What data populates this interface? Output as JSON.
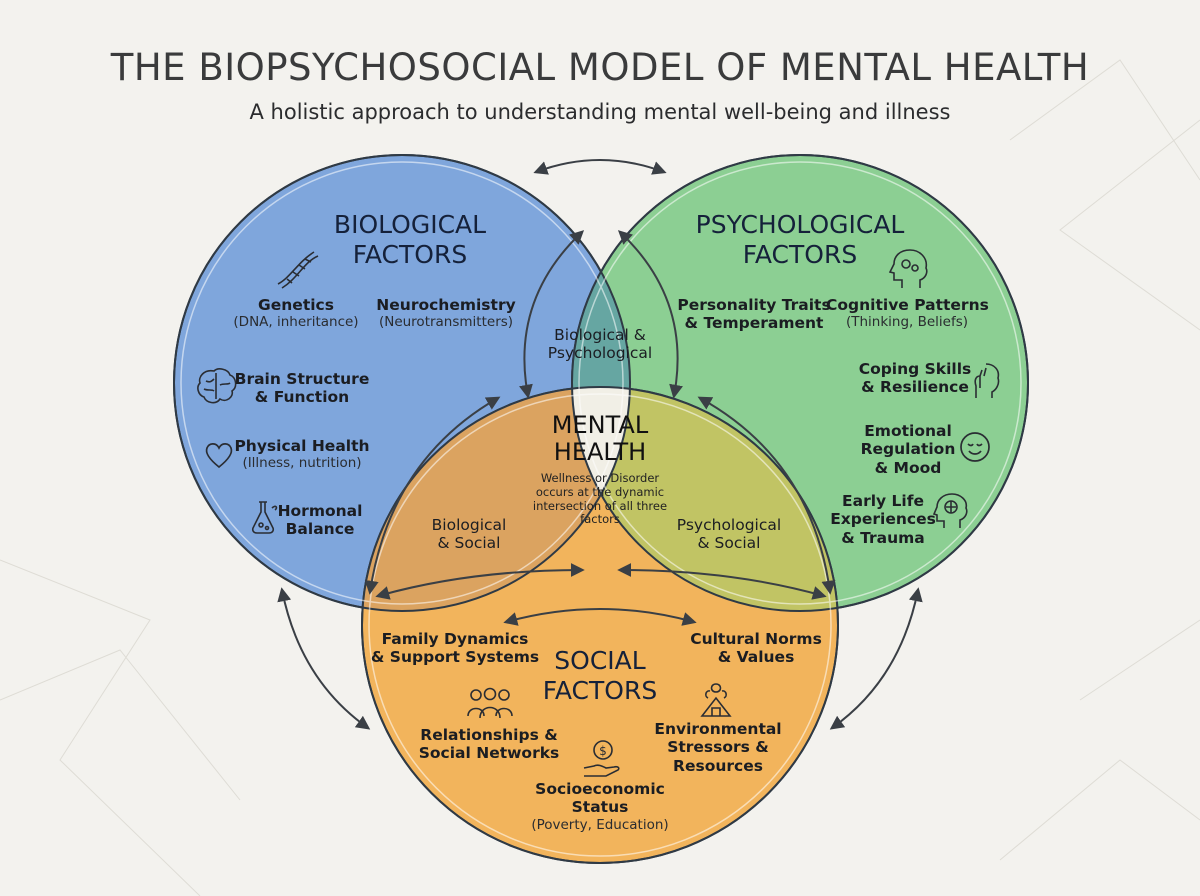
{
  "title": "THE BIOPSYCHOSOCIAL MODEL OF MENTAL HEALTH",
  "subtitle": "A holistic approach to understanding mental well-being and illness",
  "colors": {
    "biological": "#7fa6dc",
    "psychological": "#8ccf93",
    "social": "#f2b45c",
    "center": "#f1efe6",
    "outline": "#2f3a45"
  },
  "biological": {
    "heading_line1": "BIOLOGICAL",
    "heading_line2": "FACTORS",
    "items": [
      {
        "label": "Genetics",
        "detail": "(DNA, inheritance)"
      },
      {
        "label": "Neurochemistry",
        "detail": "(Neurotransmitters)"
      },
      {
        "label_line1": "Brain Structure",
        "label_line2": "& Function",
        "icon": "brain-icon"
      },
      {
        "label": "Physical Health",
        "detail": "(Illness, nutrition)",
        "icon": "heart-icon"
      },
      {
        "label_line1": "Hormonal",
        "label_line2": "Balance",
        "icon": "flask-icon"
      }
    ],
    "icon": "dna-icon"
  },
  "psychological": {
    "heading_line1": "PSYCHOLOGICAL",
    "heading_line2": "FACTORS",
    "icon": "head-gears-icon",
    "items": [
      {
        "label_line1": "Personality Traits",
        "label_line2": "& Temperament"
      },
      {
        "label": "Cognitive Patterns",
        "detail": "(Thinking, Beliefs)"
      },
      {
        "label_line1": "Coping Skills",
        "label_line2": "& Resilience",
        "icon": "hand-head-icon"
      },
      {
        "label_line1": "Emotional",
        "label_line2": "Regulation",
        "label_line3": "& Mood",
        "icon": "calm-face-icon"
      },
      {
        "label_line1": "Early Life",
        "label_line2": "Experiences",
        "label_line3": "& Trauma",
        "icon": "head-brain-icon"
      }
    ]
  },
  "social": {
    "heading_line1": "SOCIAL",
    "heading_line2": "FACTORS",
    "items": [
      {
        "label_line1": "Family Dynamics",
        "label_line2": "& Support Systems"
      },
      {
        "label_line1": "Cultural Norms",
        "label_line2": "& Values"
      },
      {
        "label_line1": "Relationships &",
        "label_line2": "Social Networks",
        "icon": "people-icon"
      },
      {
        "label_line1": "Environmental",
        "label_line2": "Stressors &",
        "label_line3": "Resources",
        "icon": "house-tree-icon"
      },
      {
        "label_line1": "Socioeconomic",
        "label_line2": "Status",
        "detail": "(Poverty, Education)",
        "icon": "money-hand-icon"
      }
    ]
  },
  "overlaps": {
    "bio_psych_line1": "Biological &",
    "bio_psych_line2": "Psychological",
    "bio_social_line1": "Biological",
    "bio_social_line2": "& Social",
    "psych_social_line1": "Psychological",
    "psych_social_line2": "& Social"
  },
  "center": {
    "title_line1": "MENTAL",
    "title_line2": "HEALTH",
    "description": "Wellness or Disorder occurs at the dynamic intersection of all three factors"
  }
}
